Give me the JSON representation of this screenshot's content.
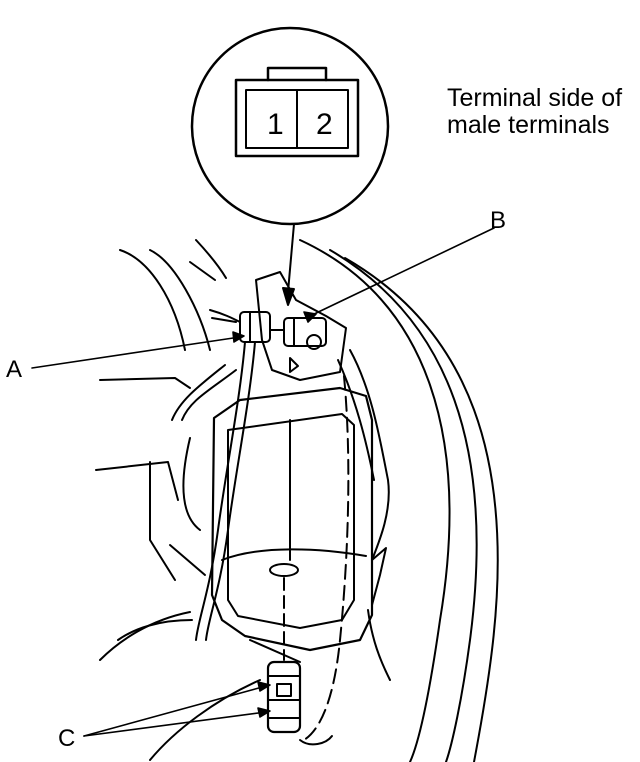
{
  "callout": {
    "line1": "Terminal side of",
    "line2": "male terminals"
  },
  "connector": {
    "pin1": "1",
    "pin2": "2"
  },
  "labels": {
    "a": "A",
    "b": "B",
    "c": "C"
  }
}
